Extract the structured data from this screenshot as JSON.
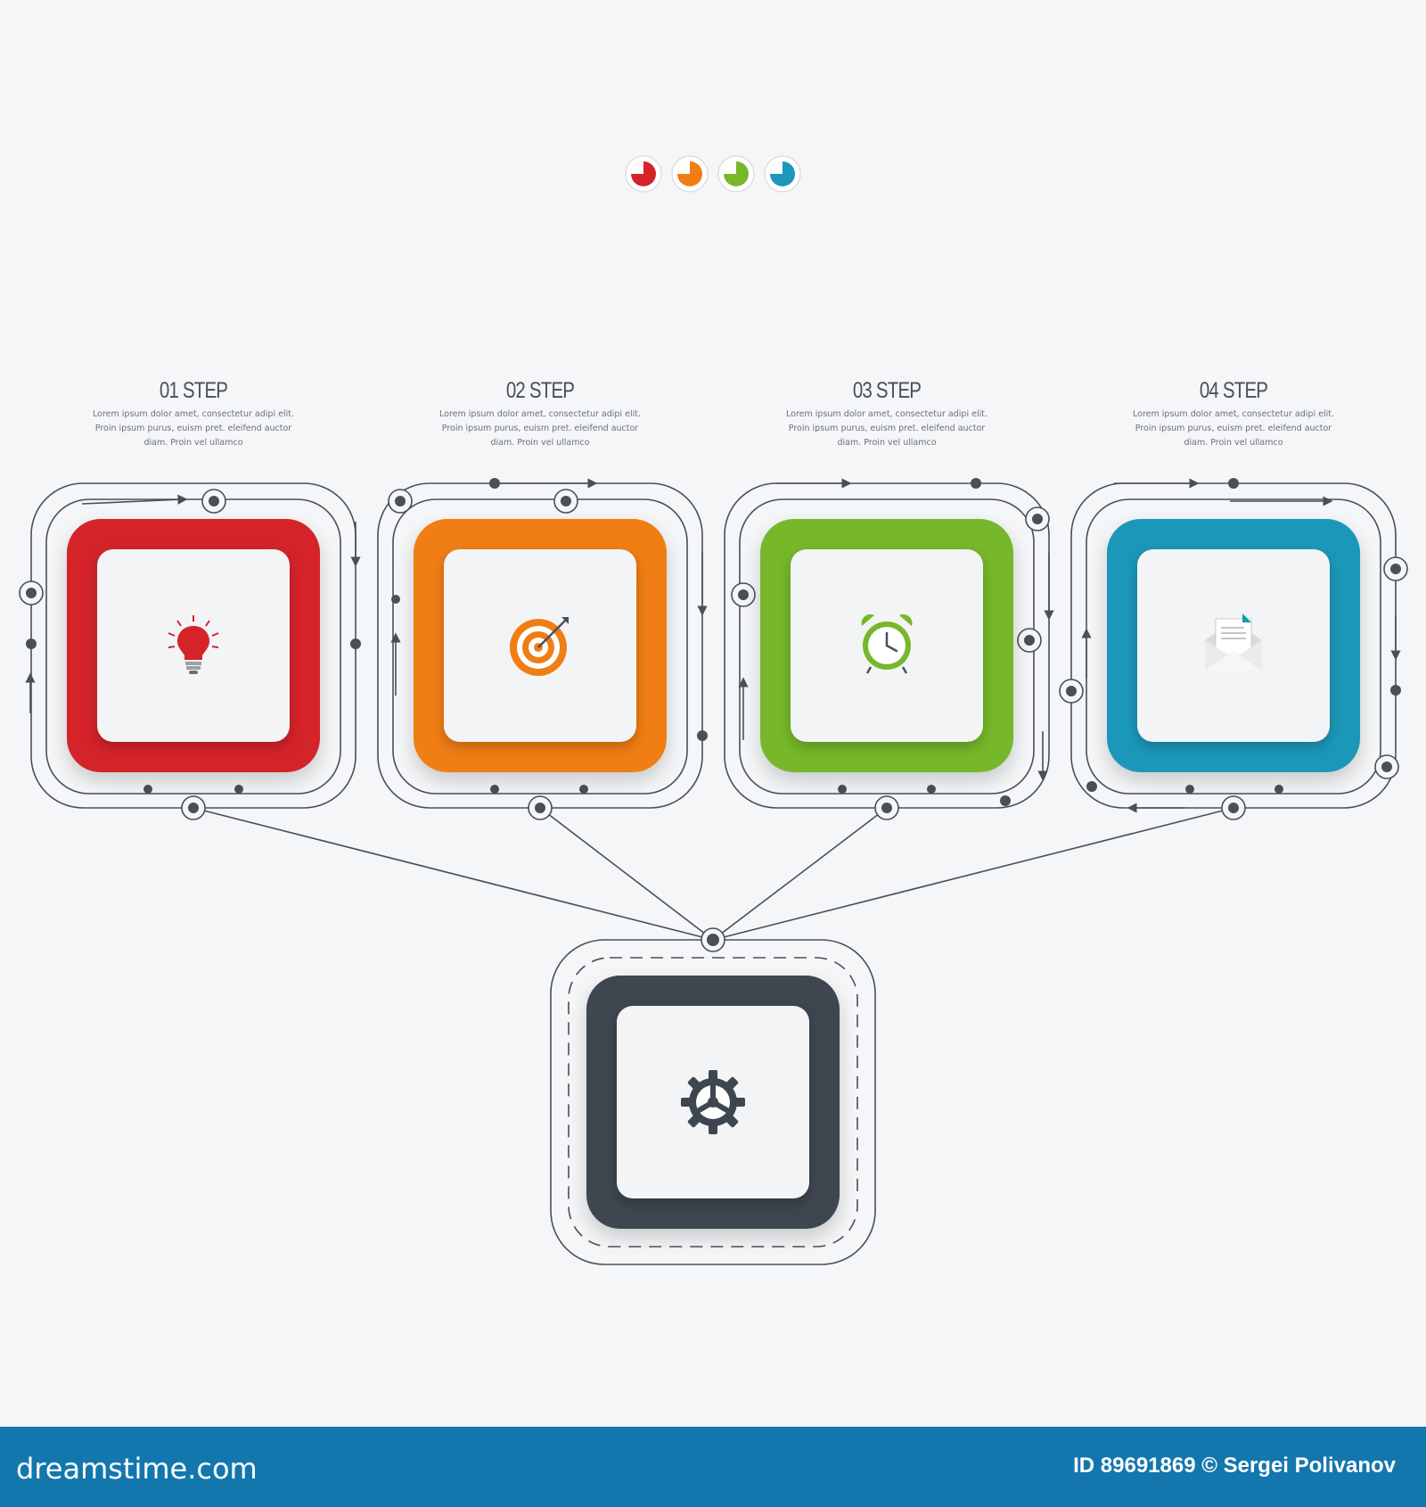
{
  "steps": [
    {
      "title": "01 STEP",
      "desc": "Lorem ipsum dolor amet, consectetur adipi elit. Proin ipsum purus, euism pret. eleifend auctor diam. Proin vel ullamco",
      "color": "#d5232a",
      "icon": "lightbulb-icon"
    },
    {
      "title": "02 STEP",
      "desc": "Lorem ipsum dolor amet, consectetur adipi elit. Proin ipsum purus, euism pret. eleifend auctor diam. Proin vel ullamco",
      "color": "#f07e15",
      "icon": "target-icon"
    },
    {
      "title": "03 STEP",
      "desc": "Lorem ipsum dolor amet, consectetur adipi elit. Proin ipsum purus, euism pret. eleifend auctor diam. Proin vel ullamco",
      "color": "#76b82a",
      "icon": "alarm-clock-icon"
    },
    {
      "title": "04 STEP",
      "desc": "Lorem ipsum dolor amet, consectetur adipi elit. Proin ipsum purus, euism pret. eleifend auctor diam. Proin vel ullamco",
      "color": "#1b98b9",
      "icon": "envelope-icon"
    }
  ],
  "hub": {
    "color": "#3e4650",
    "icon": "gear-icon"
  },
  "palette": [
    "#d5232a",
    "#f07e15",
    "#76b82a",
    "#1b98b9"
  ],
  "footer": {
    "brand": "dreamstime.com",
    "credit": "ID 89691869 © Sergei Polivanov",
    "color": "#1377ae"
  },
  "connector_color": "#4a5058"
}
